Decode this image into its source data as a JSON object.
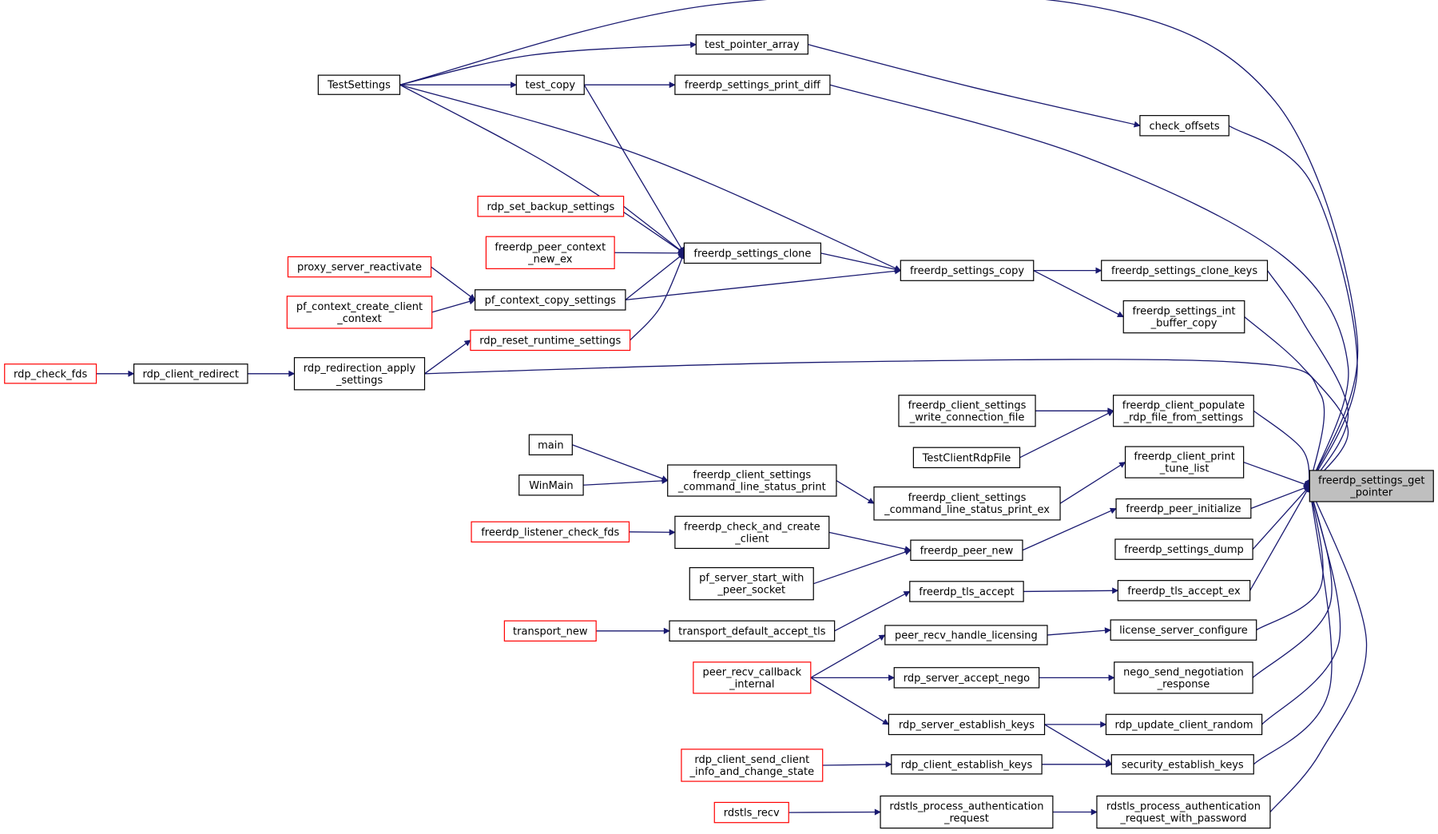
{
  "colors": {
    "edge": "#191970",
    "node_border": "#000000",
    "truncated_node_border": "#ff0000",
    "target_fill": "#bfbfbf",
    "background": "#ffffff"
  },
  "nodes": {
    "target": {
      "lines": [
        "freerdp_settings_get",
        "_pointer"
      ],
      "style": "target"
    },
    "test_pointer_array": {
      "lines": [
        "test_pointer_array"
      ],
      "style": "normal"
    },
    "TestSettings": {
      "lines": [
        "TestSettings"
      ],
      "style": "normal"
    },
    "test_copy": {
      "lines": [
        "test_copy"
      ],
      "style": "normal"
    },
    "freerdp_settings_print_diff": {
      "lines": [
        "freerdp_settings_print_diff"
      ],
      "style": "normal"
    },
    "check_offsets": {
      "lines": [
        "check_offsets"
      ],
      "style": "normal"
    },
    "rdp_set_backup_settings": {
      "lines": [
        "rdp_set_backup_settings"
      ],
      "style": "red"
    },
    "freerdp_peer_context_new_ex": {
      "lines": [
        "freerdp_peer_context",
        "_new_ex"
      ],
      "style": "red"
    },
    "freerdp_settings_clone": {
      "lines": [
        "freerdp_settings_clone"
      ],
      "style": "normal"
    },
    "proxy_server_reactivate": {
      "lines": [
        "proxy_server_reactivate"
      ],
      "style": "red"
    },
    "freerdp_settings_copy": {
      "lines": [
        "freerdp_settings_copy"
      ],
      "style": "normal"
    },
    "freerdp_settings_clone_keys": {
      "lines": [
        "freerdp_settings_clone_keys"
      ],
      "style": "normal"
    },
    "pf_context_create_client_context": {
      "lines": [
        "pf_context_create_client",
        "_context"
      ],
      "style": "red"
    },
    "pf_context_copy_settings": {
      "lines": [
        "pf_context_copy_settings"
      ],
      "style": "normal"
    },
    "freerdp_settings_int_buffer_copy": {
      "lines": [
        "freerdp_settings_int",
        "_buffer_copy"
      ],
      "style": "normal"
    },
    "rdp_reset_runtime_settings": {
      "lines": [
        "rdp_reset_runtime_settings"
      ],
      "style": "red"
    },
    "rdp_check_fds": {
      "lines": [
        "rdp_check_fds"
      ],
      "style": "red"
    },
    "rdp_client_redirect": {
      "lines": [
        "rdp_client_redirect"
      ],
      "style": "normal"
    },
    "rdp_redirection_apply_settings": {
      "lines": [
        "rdp_redirection_apply",
        "_settings"
      ],
      "style": "normal"
    },
    "freerdp_client_settings_write_connection_file": {
      "lines": [
        "freerdp_client_settings",
        "_write_connection_file"
      ],
      "style": "normal"
    },
    "freerdp_client_populate_rdp_file_from_settings": {
      "lines": [
        "freerdp_client_populate",
        "_rdp_file_from_settings"
      ],
      "style": "normal"
    },
    "TestClientRdpFile": {
      "lines": [
        "TestClientRdpFile"
      ],
      "style": "normal"
    },
    "main": {
      "lines": [
        "main"
      ],
      "style": "normal"
    },
    "WinMain": {
      "lines": [
        "WinMain"
      ],
      "style": "normal"
    },
    "freerdp_client_settings_command_line_status_print": {
      "lines": [
        "freerdp_client_settings",
        "_command_line_status_print"
      ],
      "style": "normal"
    },
    "freerdp_client_print_tune_list": {
      "lines": [
        "freerdp_client_print",
        "_tune_list"
      ],
      "style": "normal"
    },
    "freerdp_client_settings_command_line_status_print_ex": {
      "lines": [
        "freerdp_client_settings",
        "_command_line_status_print_ex"
      ],
      "style": "normal"
    },
    "freerdp_peer_initialize": {
      "lines": [
        "freerdp_peer_initialize"
      ],
      "style": "normal"
    },
    "freerdp_listener_check_fds": {
      "lines": [
        "freerdp_listener_check_fds"
      ],
      "style": "red"
    },
    "freerdp_check_and_create_client": {
      "lines": [
        "freerdp_check_and_create",
        "_client"
      ],
      "style": "normal"
    },
    "freerdp_peer_new": {
      "lines": [
        "freerdp_peer_new"
      ],
      "style": "normal"
    },
    "freerdp_settings_dump": {
      "lines": [
        "freerdp_settings_dump"
      ],
      "style": "normal"
    },
    "pf_server_start_with_peer_socket": {
      "lines": [
        "pf_server_start_with",
        "_peer_socket"
      ],
      "style": "normal"
    },
    "freerdp_tls_accept": {
      "lines": [
        "freerdp_tls_accept"
      ],
      "style": "normal"
    },
    "freerdp_tls_accept_ex": {
      "lines": [
        "freerdp_tls_accept_ex"
      ],
      "style": "normal"
    },
    "transport_new": {
      "lines": [
        "transport_new"
      ],
      "style": "red"
    },
    "transport_default_accept_tls": {
      "lines": [
        "transport_default_accept_tls"
      ],
      "style": "normal"
    },
    "peer_recv_handle_licensing": {
      "lines": [
        "peer_recv_handle_licensing"
      ],
      "style": "normal"
    },
    "license_server_configure": {
      "lines": [
        "license_server_configure"
      ],
      "style": "normal"
    },
    "peer_recv_callback_internal": {
      "lines": [
        "peer_recv_callback",
        "_internal"
      ],
      "style": "red"
    },
    "rdp_server_accept_nego": {
      "lines": [
        "rdp_server_accept_nego"
      ],
      "style": "normal"
    },
    "nego_send_negotiation_response": {
      "lines": [
        "nego_send_negotiation",
        "_response"
      ],
      "style": "normal"
    },
    "rdp_server_establish_keys": {
      "lines": [
        "rdp_server_establish_keys"
      ],
      "style": "normal"
    },
    "rdp_update_client_random": {
      "lines": [
        "rdp_update_client_random"
      ],
      "style": "normal"
    },
    "rdp_client_send_client_info_and_change_state": {
      "lines": [
        "rdp_client_send_client",
        "_info_and_change_state"
      ],
      "style": "red"
    },
    "rdp_client_establish_keys": {
      "lines": [
        "rdp_client_establish_keys"
      ],
      "style": "normal"
    },
    "security_establish_keys": {
      "lines": [
        "security_establish_keys"
      ],
      "style": "normal"
    },
    "rdstls_recv": {
      "lines": [
        "rdstls_recv"
      ],
      "style": "red"
    },
    "rdstls_process_authentication_request": {
      "lines": [
        "rdstls_process_authentication",
        "_request"
      ],
      "style": "normal"
    },
    "rdstls_process_authentication_request_with_password": {
      "lines": [
        "rdstls_process_authentication",
        "_request_with_password"
      ],
      "style": "normal"
    }
  },
  "edges": [
    [
      "TestSettings",
      "target"
    ],
    [
      "TestSettings",
      "test_pointer_array"
    ],
    [
      "TestSettings",
      "test_copy"
    ],
    [
      "TestSettings",
      "freerdp_settings_clone"
    ],
    [
      "TestSettings",
      "freerdp_settings_copy"
    ],
    [
      "test_pointer_array",
      "check_offsets"
    ],
    [
      "test_copy",
      "freerdp_settings_print_diff"
    ],
    [
      "test_copy",
      "freerdp_settings_clone"
    ],
    [
      "freerdp_settings_print_diff",
      "target"
    ],
    [
      "check_offsets",
      "target"
    ],
    [
      "rdp_set_backup_settings",
      "freerdp_settings_clone"
    ],
    [
      "freerdp_peer_context_new_ex",
      "freerdp_settings_clone"
    ],
    [
      "pf_context_copy_settings",
      "freerdp_settings_clone"
    ],
    [
      "rdp_reset_runtime_settings",
      "freerdp_settings_clone"
    ],
    [
      "freerdp_settings_clone",
      "freerdp_settings_copy"
    ],
    [
      "proxy_server_reactivate",
      "pf_context_copy_settings"
    ],
    [
      "pf_context_create_client_context",
      "pf_context_copy_settings"
    ],
    [
      "pf_context_copy_settings",
      "freerdp_settings_copy"
    ],
    [
      "rdp_redirection_apply_settings",
      "rdp_reset_runtime_settings"
    ],
    [
      "freerdp_settings_copy",
      "freerdp_settings_clone_keys"
    ],
    [
      "freerdp_settings_copy",
      "freerdp_settings_int_buffer_copy"
    ],
    [
      "freerdp_settings_clone_keys",
      "target"
    ],
    [
      "freerdp_settings_int_buffer_copy",
      "target"
    ],
    [
      "rdp_check_fds",
      "rdp_client_redirect"
    ],
    [
      "rdp_client_redirect",
      "rdp_redirection_apply_settings"
    ],
    [
      "rdp_redirection_apply_settings",
      "target"
    ],
    [
      "freerdp_client_settings_write_connection_file",
      "freerdp_client_populate_rdp_file_from_settings"
    ],
    [
      "TestClientRdpFile",
      "freerdp_client_populate_rdp_file_from_settings"
    ],
    [
      "freerdp_client_populate_rdp_file_from_settings",
      "target"
    ],
    [
      "main",
      "freerdp_client_settings_command_line_status_print"
    ],
    [
      "WinMain",
      "freerdp_client_settings_command_line_status_print"
    ],
    [
      "freerdp_client_settings_command_line_status_print",
      "freerdp_client_settings_command_line_status_print_ex"
    ],
    [
      "freerdp_client_settings_command_line_status_print_ex",
      "freerdp_client_print_tune_list"
    ],
    [
      "freerdp_client_print_tune_list",
      "target"
    ],
    [
      "freerdp_listener_check_fds",
      "freerdp_check_and_create_client"
    ],
    [
      "freerdp_check_and_create_client",
      "freerdp_peer_new"
    ],
    [
      "pf_server_start_with_peer_socket",
      "freerdp_peer_new"
    ],
    [
      "freerdp_peer_new",
      "freerdp_peer_initialize"
    ],
    [
      "freerdp_peer_initialize",
      "target"
    ],
    [
      "freerdp_settings_dump",
      "target"
    ],
    [
      "transport_new",
      "transport_default_accept_tls"
    ],
    [
      "transport_default_accept_tls",
      "freerdp_tls_accept"
    ],
    [
      "freerdp_tls_accept",
      "freerdp_tls_accept_ex"
    ],
    [
      "freerdp_tls_accept_ex",
      "target"
    ],
    [
      "peer_recv_callback_internal",
      "peer_recv_handle_licensing"
    ],
    [
      "peer_recv_callback_internal",
      "rdp_server_accept_nego"
    ],
    [
      "peer_recv_callback_internal",
      "rdp_server_establish_keys"
    ],
    [
      "peer_recv_handle_licensing",
      "license_server_configure"
    ],
    [
      "license_server_configure",
      "target"
    ],
    [
      "rdp_server_accept_nego",
      "nego_send_negotiation_response"
    ],
    [
      "nego_send_negotiation_response",
      "target"
    ],
    [
      "rdp_server_establish_keys",
      "rdp_update_client_random"
    ],
    [
      "rdp_server_establish_keys",
      "security_establish_keys"
    ],
    [
      "rdp_update_client_random",
      "target"
    ],
    [
      "rdp_client_send_client_info_and_change_state",
      "rdp_client_establish_keys"
    ],
    [
      "rdp_client_establish_keys",
      "security_establish_keys"
    ],
    [
      "security_establish_keys",
      "target"
    ],
    [
      "rdstls_recv",
      "rdstls_process_authentication_request"
    ],
    [
      "rdstls_process_authentication_request",
      "rdstls_process_authentication_request_with_password"
    ],
    [
      "rdstls_process_authentication_request_with_password",
      "target"
    ]
  ]
}
